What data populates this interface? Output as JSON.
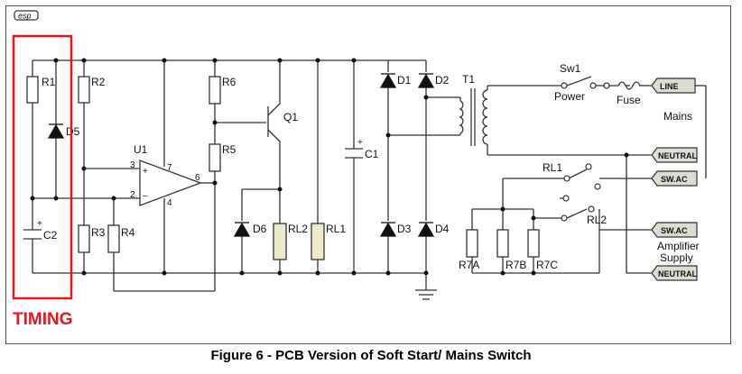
{
  "logo": "esp",
  "caption": "Figure 6 - PCB Version of Soft Start/ Mains Switch",
  "highlight_label": "TIMING",
  "highlight_color": "#e8161c",
  "components": {
    "r1": "R1",
    "r2": "R2",
    "r3": "R3",
    "r4": "R4",
    "r5": "R5",
    "r6": "R6",
    "d1": "D1",
    "d2": "D2",
    "d3": "D3",
    "d4": "D4",
    "d5": "D5",
    "d6": "D6",
    "c1": "C1",
    "c2": "C2",
    "q1": "Q1",
    "u1": "U1",
    "t1": "T1",
    "rl1": "RL1",
    "rl2": "RL2",
    "rl1b": "RL1",
    "rl2b": "RL2",
    "r7a": "R7A",
    "r7b": "R7B",
    "r7c": "R7C",
    "sw1": "Sw1",
    "power": "Power",
    "fuse": "Fuse",
    "mains": "Mains",
    "amp_supply_1": "Amplifier",
    "amp_supply_2": "Supply"
  },
  "pins": {
    "p3": "3",
    "p2": "2",
    "p7": "7",
    "p4": "4",
    "p6": "6",
    "plus": "+",
    "minus": "–"
  },
  "terminals": {
    "line": "LINE",
    "neutral1": "NEUTRAL",
    "swac1": "SW.AC",
    "swac2": "SW.AC",
    "neutral2": "NEUTRAL"
  }
}
